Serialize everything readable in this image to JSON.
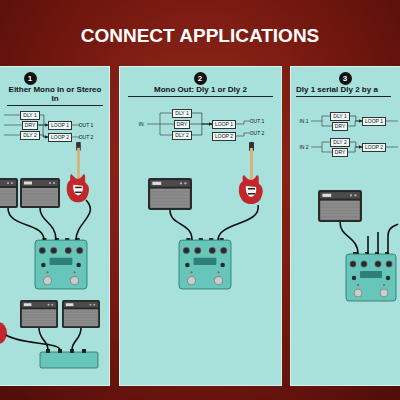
{
  "diagram": {
    "title": "CONNECT APPLICATIONS",
    "nodes": [
      {
        "text": [
          "Either Mono In or Stereo In"
        ]
      },
      {
        "text": [
          "1"
        ],
        "in": 0
      },
      {
        "text": [
          "DLY 1"
        ],
        "in": 0
      },
      {
        "text": [
          "DRY"
        ],
        "in": 0
      },
      {
        "text": [
          "DLY 2"
        ],
        "in": 0
      },
      {
        "text": [
          "LOOP 1"
        ],
        "in": 0
      },
      {
        "text": [
          "LOOP 2"
        ],
        "in": 0
      },
      {
        "text": [
          "Mono Out: Dly 1 or Dly 2"
        ]
      },
      {
        "text": [
          "2"
        ],
        "in": 7
      },
      {
        "text": [
          "DLY 1"
        ],
        "in": 7
      },
      {
        "text": [
          "DRY"
        ],
        "in": 7
      },
      {
        "text": [
          "DLY 2"
        ],
        "in": 7
      },
      {
        "text": [
          "LOOP 1"
        ],
        "in": 7
      },
      {
        "text": [
          "LOOP 2"
        ],
        "in": 7
      },
      {
        "text": [
          "Dly 1 serial Dly 2 by a"
        ]
      },
      {
        "text": [
          "3"
        ],
        "in": 14
      },
      {
        "text": [
          "DLY 1"
        ],
        "in": 14
      },
      {
        "text": [
          "DRY"
        ],
        "in": 14
      },
      {
        "text": [
          "DLY 2"
        ],
        "in": 14
      },
      {
        "text": [
          "DRY"
        ],
        "in": 14
      },
      {
        "text": [
          "LOOP 1"
        ],
        "in": 14
      },
      {
        "text": [
          "LOOP 2"
        ],
        "in": 14
      }
    ],
    "edges": [
      {
        "from": 2,
        "to": 5,
        "arrow": "to"
      },
      {
        "from": 3,
        "to": 5,
        "arrow": "to"
      },
      {
        "from": 3,
        "to": 6,
        "arrow": "to"
      },
      {
        "from": 4,
        "to": 6,
        "arrow": "to"
      },
      {
        "from": 9,
        "to": 12,
        "arrow": "to"
      },
      {
        "from": 10,
        "to": 12,
        "arrow": "to"
      },
      {
        "from": 11,
        "to": 12,
        "arrow": "to"
      },
      {
        "from": 16,
        "to": 20,
        "arrow": "to"
      },
      {
        "from": 17,
        "to": 20,
        "arrow": "to"
      },
      {
        "from": 18,
        "to": 21,
        "arrow": "to"
      },
      {
        "from": 19,
        "to": 21,
        "arrow": "to"
      }
    ],
    "labels": [
      "OUT 1",
      "OUT 2",
      "IN",
      "OUT 1",
      "OUT 2",
      "IN 1",
      "IN 2"
    ]
  }
}
